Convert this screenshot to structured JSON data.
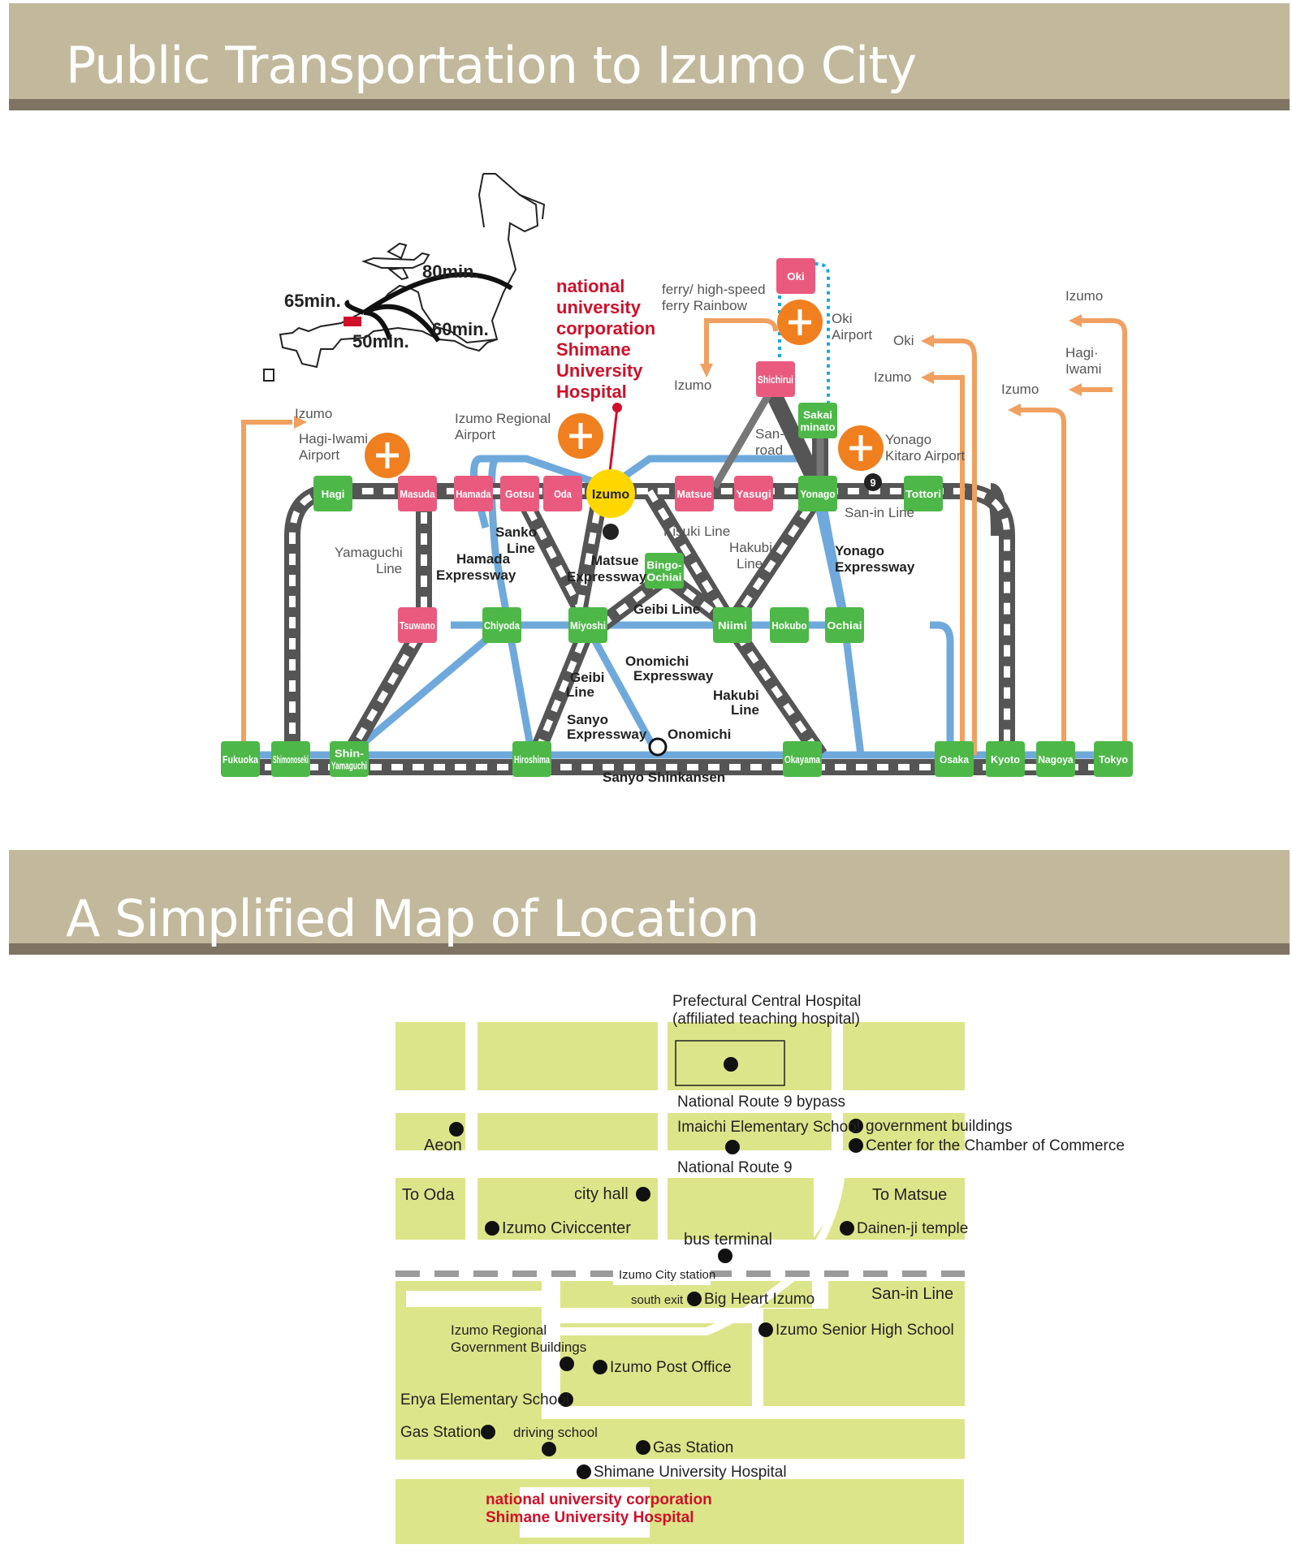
{
  "titles": {
    "transport": "Public Transportation to Izumo City",
    "map": "A Simplified Map of Location"
  },
  "colors": {
    "banner": "#c2b89b",
    "banner_line": "#7f7463",
    "station_green": "#4db848",
    "station_pink": "#ea5a7f",
    "izumo_yellow": "#ffd700",
    "expressway_blue": "#6fa9dc",
    "arrow_orange": "#f0a060",
    "airport_orange": "#f07f1f",
    "ferry_dotted": "#1aa7df",
    "block_green": "#dde58a"
  },
  "flight_times": [
    "80min.",
    "65min.",
    "60min.",
    "50min."
  ],
  "hospital_label": [
    "national",
    "university",
    "corporation",
    "Shimane",
    "University",
    "Hospital"
  ],
  "stations": {
    "hagi": "Hagi",
    "masuda": "Masuda",
    "hamada": "Hamada",
    "gotsu": "Gotsu",
    "oda": "Oda",
    "izumo": "Izumo",
    "matsue": "Matsue",
    "yasugi": "Yasugi",
    "yonago": "Yonago",
    "tottori": "Tottori",
    "tsuwano": "Tsuwano",
    "chiyoda": "Chiyoda",
    "miyoshi": "Miyoshi",
    "bingo": [
      "Bingo-",
      "Ochiai"
    ],
    "niimi": "Niimi",
    "hokubo": "Hokubo",
    "ochiai": "Ochiai",
    "shichirui": "Shichirui",
    "sakai": [
      "Sakai",
      "minato"
    ],
    "oki": "Oki",
    "fukuoka": "Fukuoka",
    "shimonoseki": "Shimonoseki",
    "shinyamaguchi": [
      "Shin-",
      "Yamaguchi"
    ],
    "hiroshima": "Hiroshima",
    "okayama": "Okayama",
    "osaka": "Osaka",
    "kyoto": "Kyoto",
    "nagoya": "Nagoya",
    "tokyo": "Tokyo"
  },
  "labels": {
    "izumo_left": "Izumo",
    "hagi_airport": [
      "Hagi-Iwami",
      "Airport"
    ],
    "izumo_airport": [
      "Izumo Regional",
      "Airport"
    ],
    "ferry": [
      "ferry/ high-speed",
      "ferry Rainbow"
    ],
    "izumo_ferry": "Izumo",
    "oki_airport": [
      "Oki",
      "Airport"
    ],
    "sanin_road": [
      "San-in",
      "road"
    ],
    "yonago_airport": [
      "Yonago",
      "Kitaro Airport"
    ],
    "sanin_line": "San-in Line",
    "oki_right": "Oki",
    "izumo_right1": "Izumo",
    "izumo_right2": "Izumo",
    "izumo_right3": "Izumo",
    "hagi_iwami": [
      "Hagi·",
      "Iwami"
    ],
    "yamaguchi_line": [
      "Yamaguchi",
      "Line"
    ],
    "hamada_exp": [
      "Hamada",
      "Expressway"
    ],
    "sanko_line": [
      "Sanko",
      "Line"
    ],
    "matsue_exp": [
      "Matsue",
      "Expressway"
    ],
    "kisuki_line": "Kisuki Line",
    "hakubi_line1": [
      "Hakubi",
      "Line"
    ],
    "yonago_exp": [
      "Yonago",
      "Expressway"
    ],
    "geibi_line1": "Geibi Line",
    "onomichi_exp": [
      "Onomichi",
      "Expressway"
    ],
    "geibi_line2": [
      "Geibi",
      "Line"
    ],
    "hakubi_line2": [
      "Hakubi",
      "Line"
    ],
    "sanyo_exp": [
      "Sanyo",
      "Expressway"
    ],
    "onomichi": "Onomichi",
    "sanyo_shinkansen": "Sanyo Shinkansen",
    "route9": "9"
  },
  "map_labels": {
    "pref_hospital": [
      "Prefectural Central Hospital",
      "(affiliated teaching hospital)"
    ],
    "route9_bypass": "National Route 9 bypass",
    "imaichi": "Imaichi Elementary School",
    "gov_buildings": "government buildings",
    "chamber": "Center for the Chamber of Commerce",
    "aeon": "Aeon",
    "route9": "National Route 9",
    "to_oda": "To Oda",
    "city_hall": "city hall",
    "to_matsue": "To Matsue",
    "civic": "Izumo Civiccenter",
    "bus_terminal": "bus terminal",
    "dainenji": "Dainen-ji temple",
    "city_station": "Izumo City station",
    "south_exit": "south exit",
    "big_heart": "Big Heart Izumo",
    "sanin_line": "San-in Line",
    "regional_gov": [
      "Izumo Regional",
      "Government Buildings"
    ],
    "senior_high": "Izumo Senior High School",
    "post_office": "Izumo Post Office",
    "enya": "Enya Elementary School",
    "gas_left": "Gas Station",
    "driving": "driving school",
    "gas_right": "Gas Station",
    "shimane_hosp": "Shimane University Hospital",
    "natl_corp": [
      "national university corporation",
      "Shimane University Hospital"
    ]
  }
}
